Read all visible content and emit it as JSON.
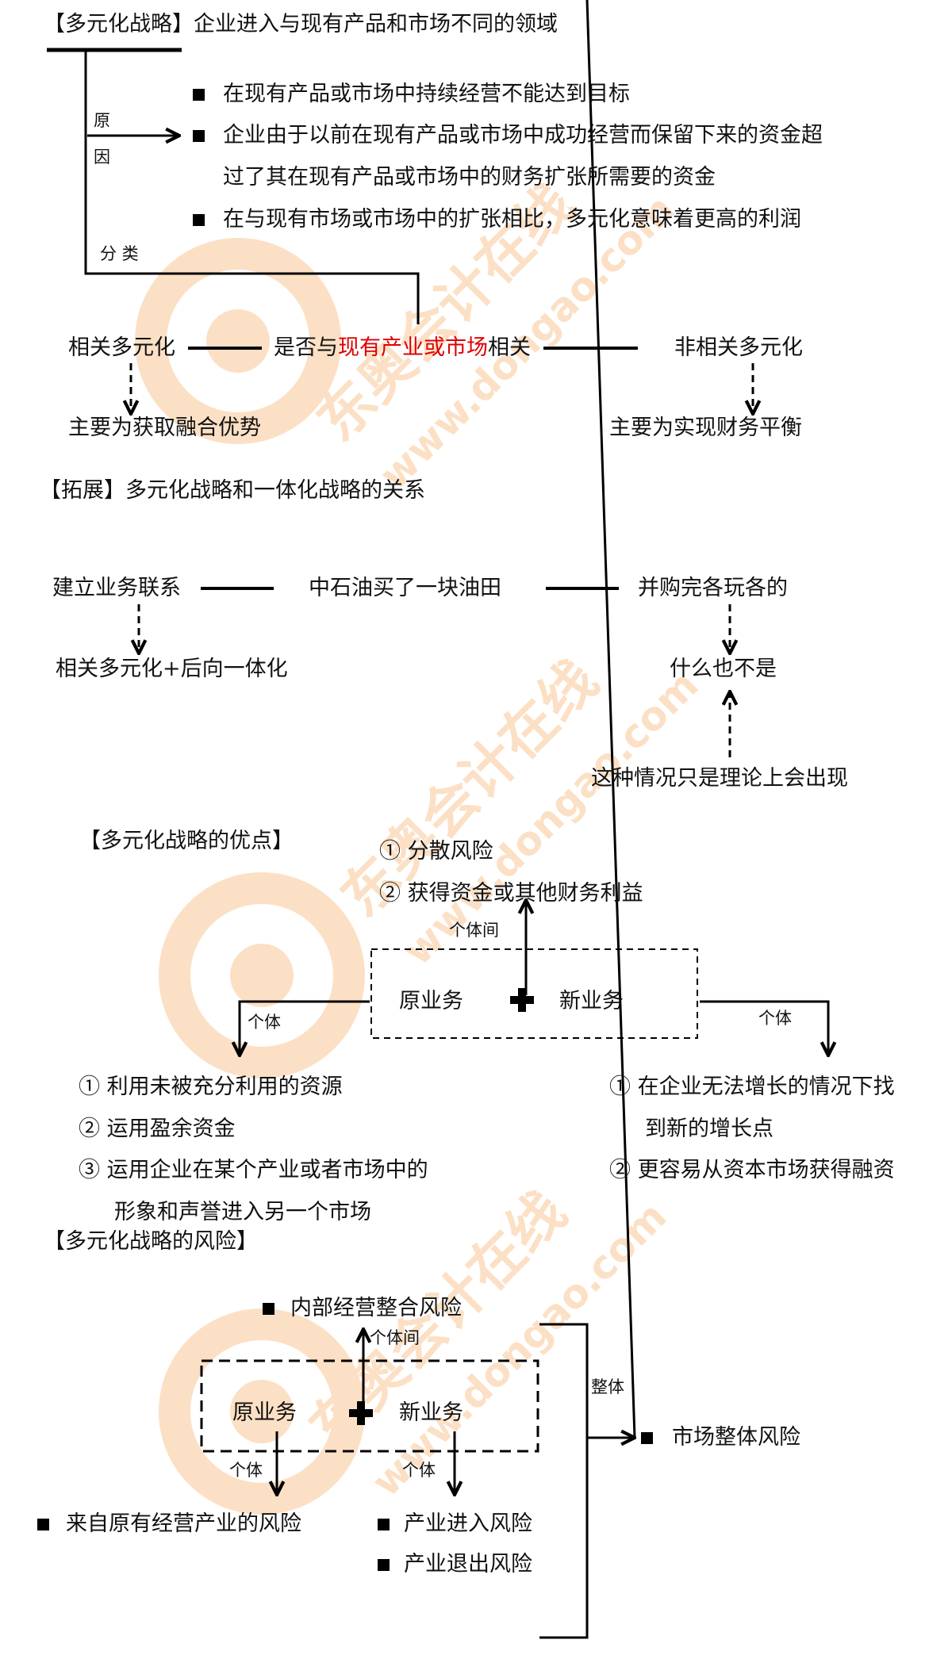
{
  "colors": {
    "highlight": "#e00000",
    "watermark": "#f7a95c",
    "line": "#000000"
  },
  "section1": {
    "title": "【多元化战略】企业进入与现有产品和市场不同的领域",
    "reason_label_1": "原",
    "reason_label_2": "因",
    "reasons": [
      "在现有产品或市场中持续经营不能达到目标",
      "企业由于以前在现有产品或市场中成功经营而保留下来的资金超",
      "过了其在现有产品或市场中的财务扩张所需要的资金",
      "在与现有市场或市场中的扩张相比，多元化意味着更高的利润"
    ],
    "category_label": "分 类",
    "related": "相关多元化",
    "question_prefix": "是否与",
    "question_highlight": "现有产业或市场",
    "question_suffix": "相关",
    "unrelated": "非相关多元化",
    "related_goal": "主要为获取融合优势",
    "unrelated_goal": "主要为实现财务平衡"
  },
  "section2": {
    "title": "【拓展】多元化战略和一体化战略的关系",
    "left": "建立业务联系",
    "center": "中石油买了一块油田",
    "right": "并购完各玩各的",
    "left_result": "相关多元化+后向一体化",
    "right_result": "什么也不是",
    "right_note": "这种情况只是理论上会出现"
  },
  "section3": {
    "title": "【多元化战略的优点】",
    "between_items": [
      "① 分散风险",
      "② 获得资金或其他财务利益"
    ],
    "between_label": "个体间",
    "old_business": "原业务",
    "new_business": "新业务",
    "individual_label": "个体",
    "old_items": [
      "① 利用未被充分利用的资源",
      "② 运用盈余资金",
      "③ 运用企业在某个产业或者市场中的",
      "形象和声誉进入另一个市场"
    ],
    "new_items": [
      "① 在企业无法增长的情况下找",
      "到新的增长点",
      "② 更容易从资本市场获得融资"
    ]
  },
  "section4": {
    "title": "【多元化战略的风险】",
    "between_item": "内部经营整合风险",
    "between_label": "个体间",
    "old_business": "原业务",
    "new_business": "新业务",
    "individual_label": "个体",
    "old_item": "来自原有经营产业的风险",
    "new_items": [
      "产业进入风险",
      "产业退出风险"
    ],
    "overall_label": "整体",
    "overall_item": "市场整体风险"
  },
  "watermark": {
    "text_cn": "东奥会计在线",
    "text_en": "www.dongao.com"
  }
}
